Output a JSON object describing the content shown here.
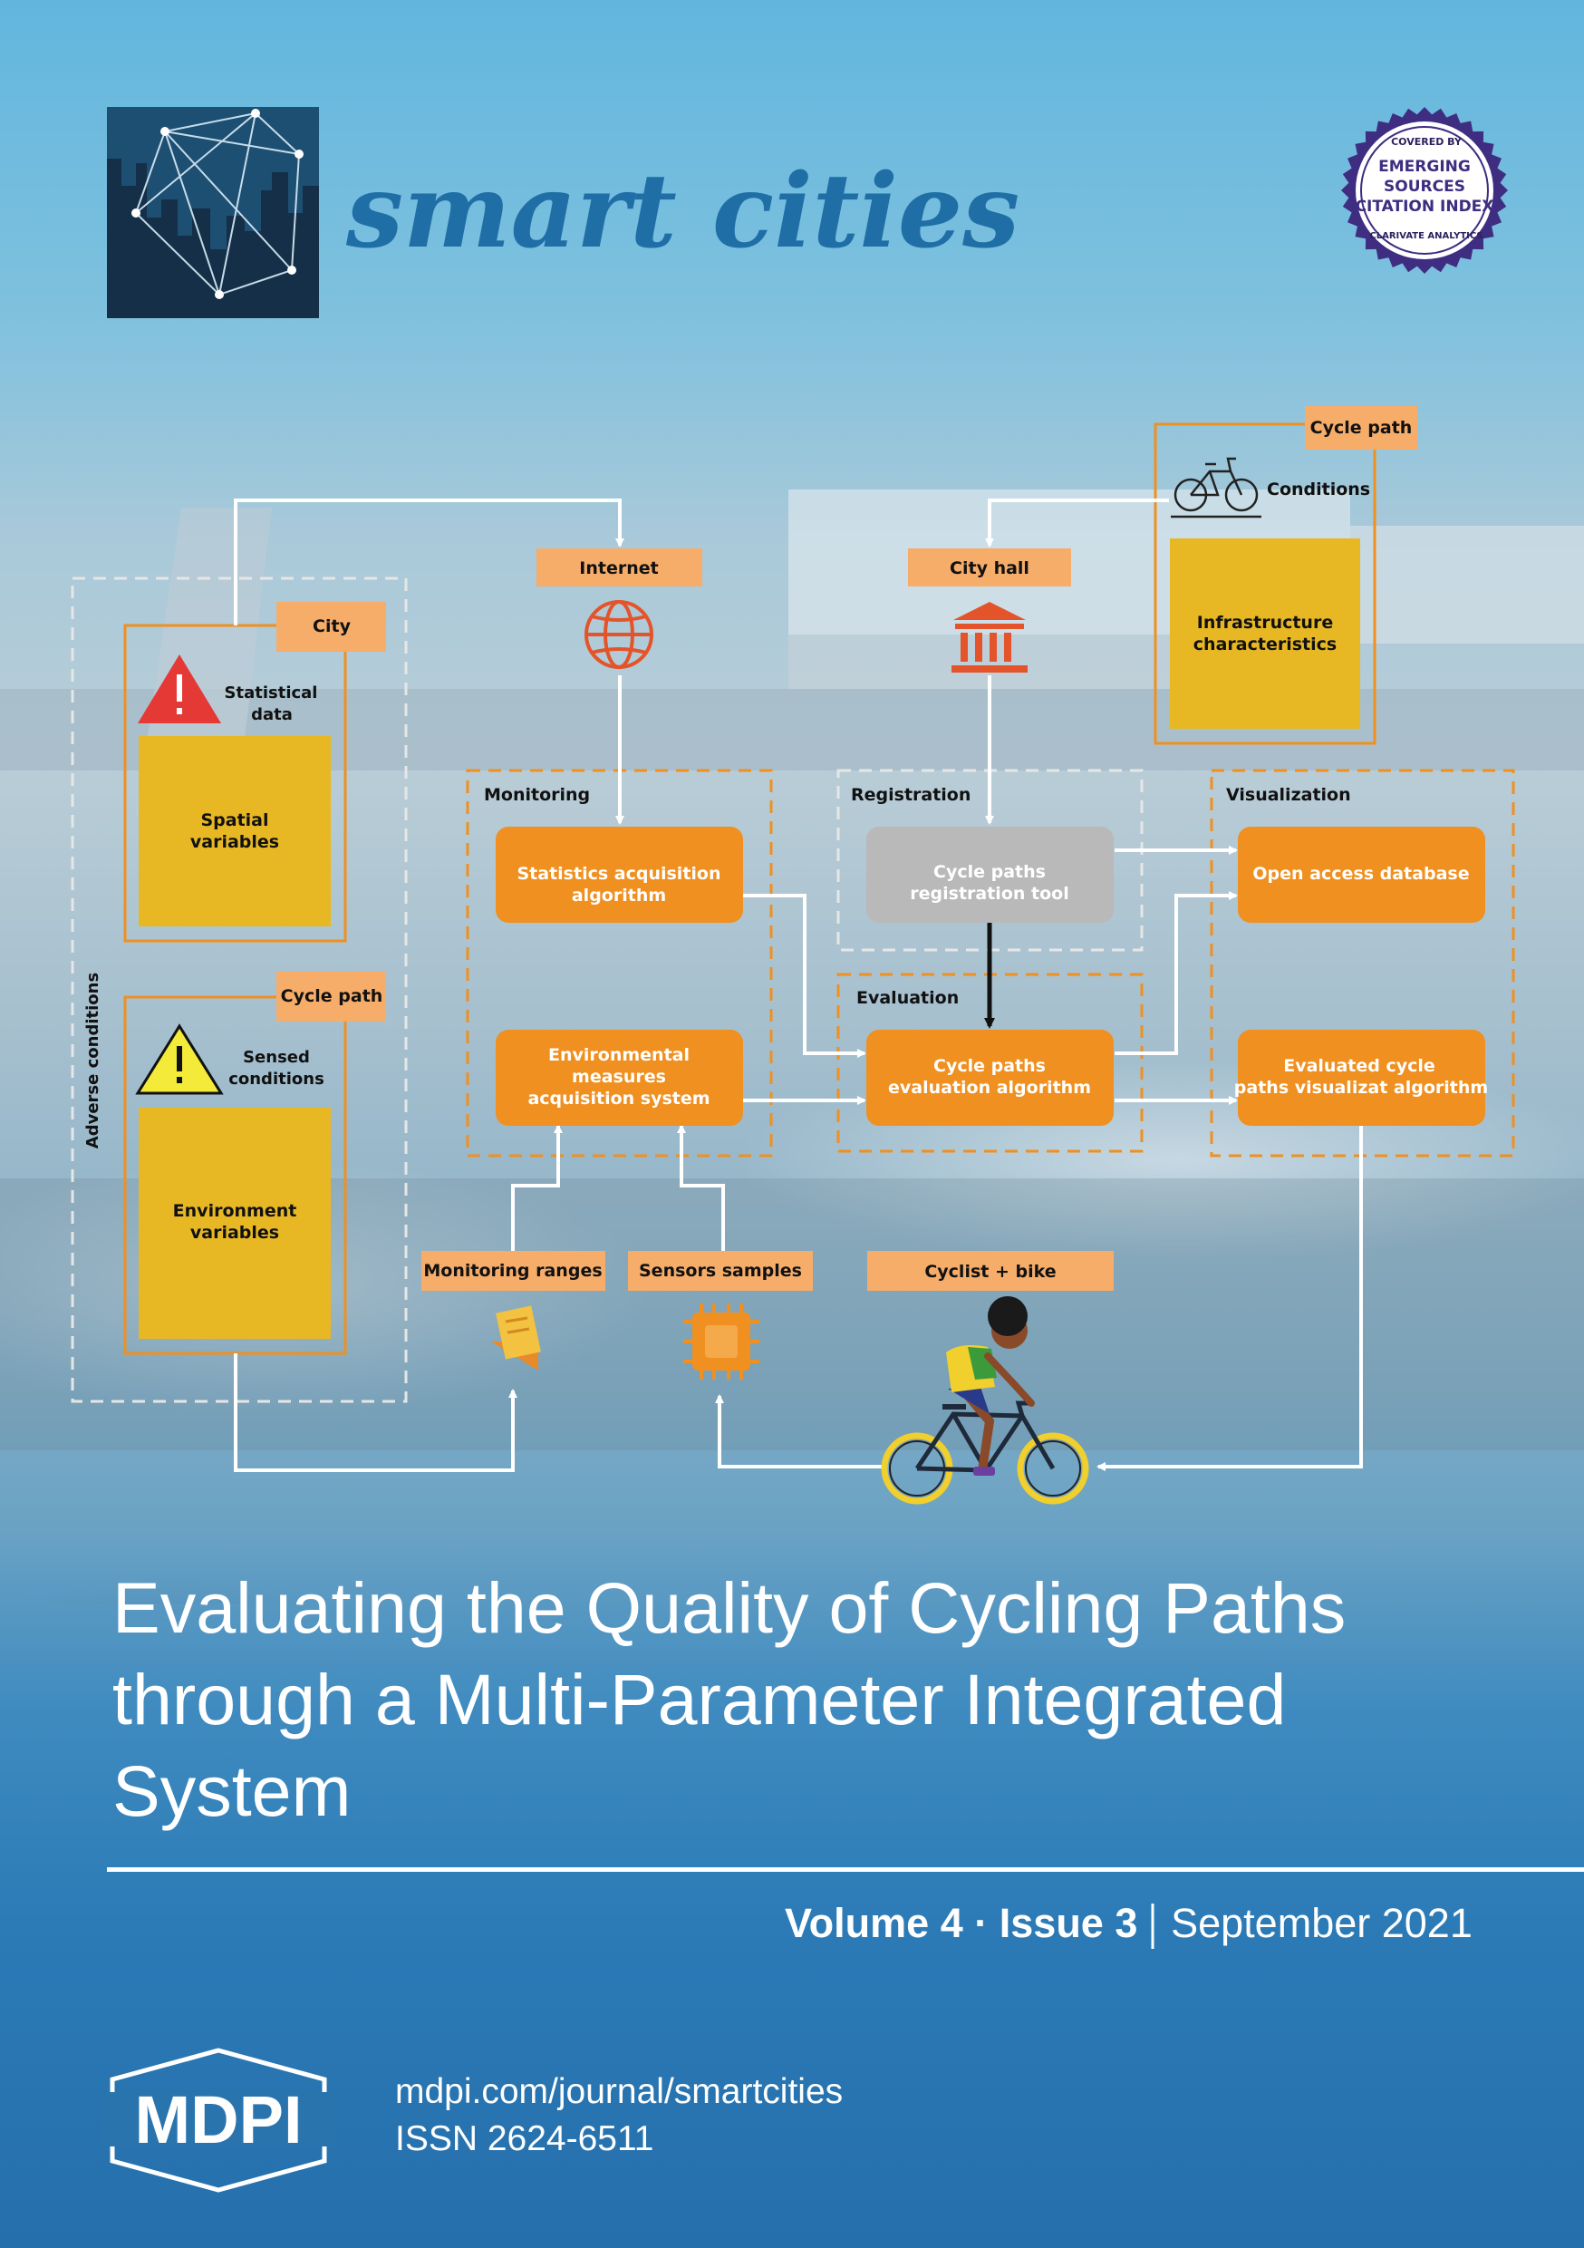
{
  "journal": {
    "title": "smart cities",
    "badge": {
      "top": "COVERED BY",
      "line1": "EMERGING",
      "line2": "SOURCES",
      "line3": "CITATION INDEX",
      "bottom": "CLARIVATE ANALYTICS"
    }
  },
  "diagram": {
    "side_label": "Adverse conditions",
    "tags": {
      "internet": "Internet",
      "city_hall": "City hall",
      "cycle_path_top": "Cycle path",
      "city": "City",
      "cycle_path_left": "Cycle path",
      "monitoring_ranges": "Monitoring ranges",
      "sensors_samples": "Sensors samples",
      "cyclist_bike": "Cyclist + bike"
    },
    "sections": {
      "monitoring": "Monitoring",
      "registration": "Registration",
      "evaluation": "Evaluation",
      "visualization": "Visualization"
    },
    "labels": {
      "conditions": "Conditions",
      "statistical_data_1": "Statistical",
      "statistical_data_2": "data",
      "sensed_conditions_1": "Sensed",
      "sensed_conditions_2": "conditions"
    },
    "yellow": {
      "spatial_1": "Spatial",
      "spatial_2": "variables",
      "environment_1": "Environment",
      "environment_2": "variables",
      "infra_1": "Infrastructure",
      "infra_2": "characteristics"
    },
    "boxes": {
      "stats_1": "Statistics acquisition",
      "stats_2": "algorithm",
      "env_1": "Environmental",
      "env_2": "measures",
      "env_3": "acquisition system",
      "reg_1": "Cycle paths",
      "reg_2": "registration tool",
      "eval_1": "Cycle paths",
      "eval_2": "evaluation algorithm",
      "open": "Open access database",
      "vis_1": "Evaluated cycle",
      "vis_2": "paths visualizat algorithm"
    }
  },
  "article": {
    "title_line1": "Evaluating the Quality of Cycling Paths",
    "title_line2": "through a Multi-Parameter Integrated",
    "title_line3": "System"
  },
  "issue": {
    "volume": "Volume 4",
    "dot": "·",
    "issue_no": "Issue 3",
    "sep": "|",
    "date": "September 2021"
  },
  "publisher": {
    "logo": "MDPI",
    "url": "mdpi.com/journal/smartcities",
    "issn": "ISSN 2624-6511"
  },
  "colors": {
    "orange": "#ef9020",
    "tag": "#f6ad6a",
    "yellow": "#e8b824",
    "title_blue": "#1f6ea6",
    "grey_box": "#b9b9b9"
  }
}
